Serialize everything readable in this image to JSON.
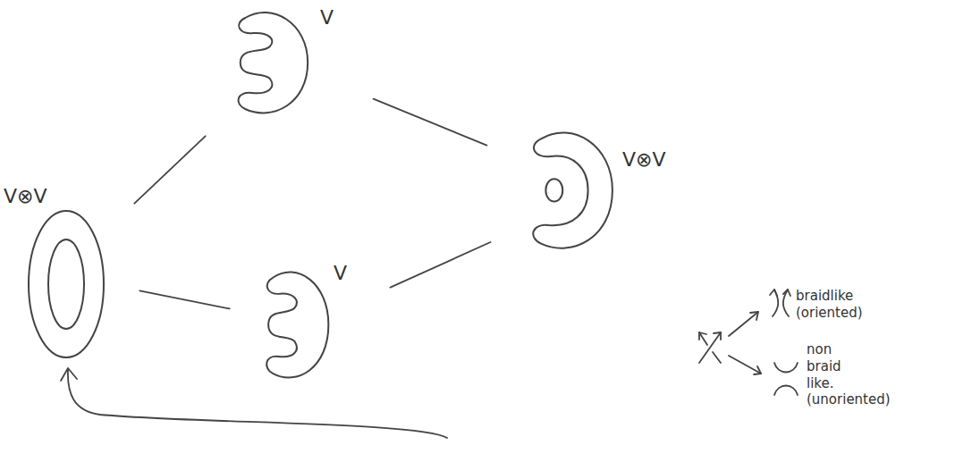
{
  "diagram": {
    "nodes": [
      {
        "text": [
          "V⊗V"
        ]
      },
      {
        "text": [
          "V"
        ]
      },
      {
        "text": [
          "V"
        ]
      },
      {
        "text": [
          "V⊗V"
        ]
      }
    ],
    "edges": [
      {
        "from": 0,
        "to": 1,
        "arrow": "none"
      },
      {
        "from": 1,
        "to": 3,
        "arrow": "none"
      },
      {
        "from": 0,
        "to": 2,
        "arrow": "none"
      },
      {
        "from": 2,
        "to": 3,
        "arrow": "none"
      }
    ],
    "labels": [
      "braidlike (oriented)",
      "non braid like. (unoriented)"
    ]
  }
}
